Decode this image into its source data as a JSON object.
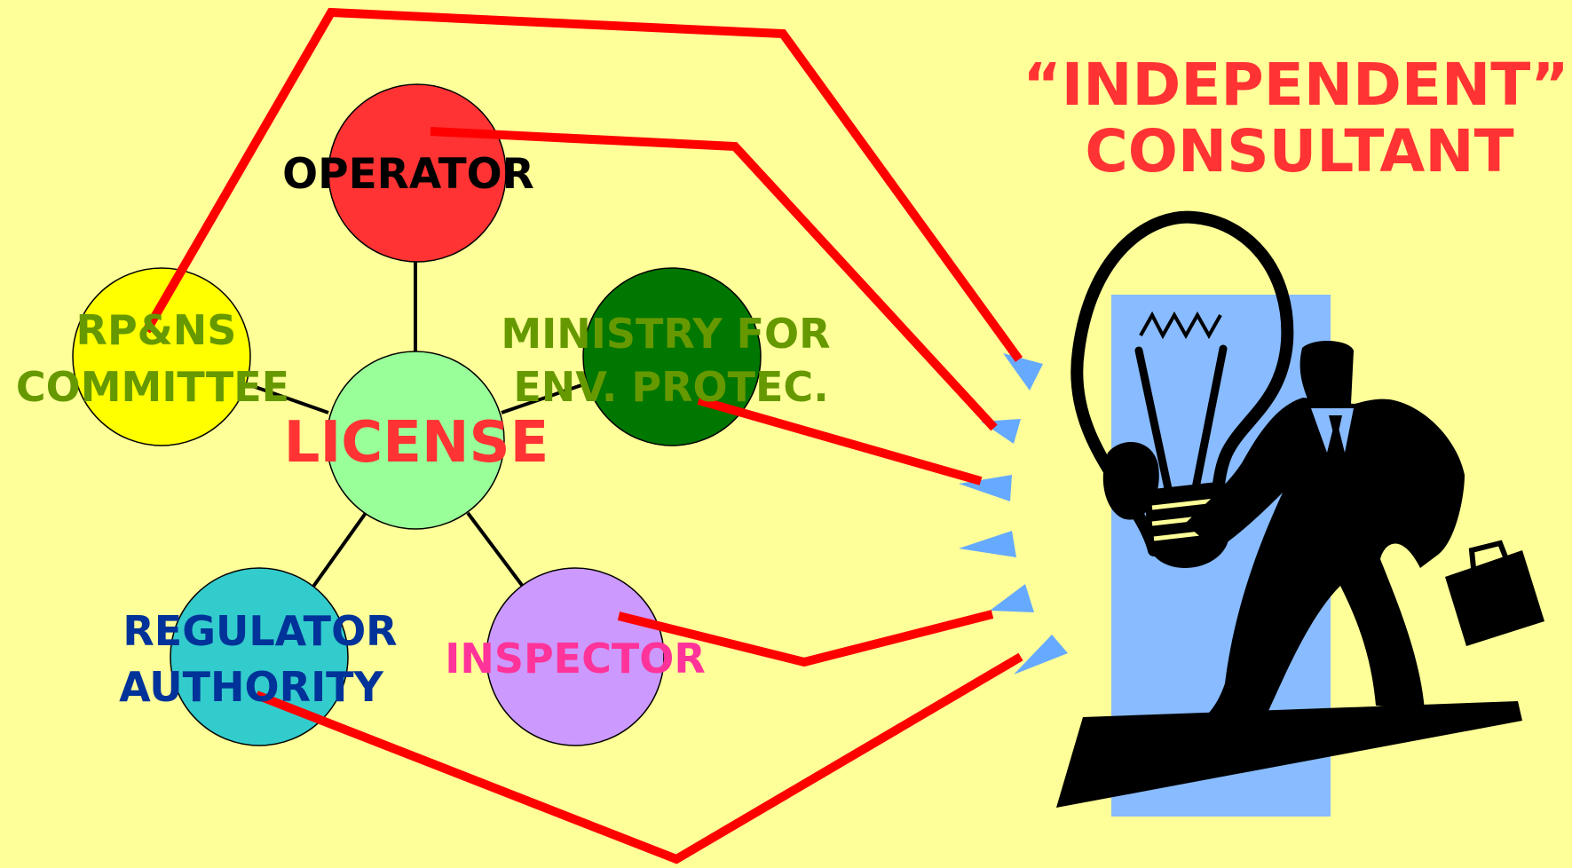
{
  "title": {
    "line1": "“INDEPENDENT”",
    "line2": "CONSULTANT",
    "color": "#FF3333"
  },
  "center": {
    "label": "LICENSE",
    "fill": "#99FF99",
    "label_color": "#FF3333"
  },
  "nodes": {
    "operator": {
      "lines": [
        "OPERATOR"
      ],
      "fill": "#FF3333",
      "label_color": "#000000"
    },
    "rpns": {
      "lines": [
        "RP&NS",
        "COMMITTEE"
      ],
      "fill": "#FFFF00",
      "label_color": "#669900"
    },
    "ministry": {
      "lines": [
        "MINISTRY FOR",
        "ENV. PROTEC."
      ],
      "fill": "#007700",
      "label_color": "#669900"
    },
    "regulator": {
      "lines": [
        "REGULATOR",
        "AUTHORITY"
      ],
      "fill": "#33CCCC",
      "label_color": "#003399"
    },
    "inspector": {
      "lines": [
        "INSPECTOR"
      ],
      "fill": "#CC99FF",
      "label_color": "#FF3399"
    }
  },
  "colors": {
    "background": "#FFFF99",
    "connector": "#FF0000",
    "spoke": "#000000",
    "arrow": "#66AAFF",
    "panel": "#88BBFF",
    "figure": "#000000"
  },
  "icons": {
    "consultant": "businessman-holding-lightbulb-icon",
    "arrows": "arrow-wedge-icon"
  }
}
